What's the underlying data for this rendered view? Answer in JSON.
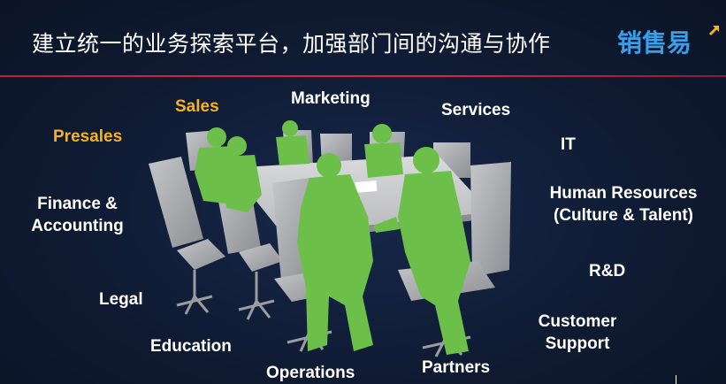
{
  "slide": {
    "title": "建立统一的业务探索平台，加强部门间的沟通与协作",
    "logo": "销售易"
  },
  "labels": {
    "sales": "Sales",
    "marketing": "Marketing",
    "services": "Services",
    "presales": "Presales",
    "it": "IT",
    "finance_line1": "Finance &",
    "finance_line2": "Accounting",
    "hr_line1": "Human Resources",
    "hr_line2": "(Culture & Talent)",
    "rd": "R&D",
    "legal": "Legal",
    "customer_support_line1": "Customer",
    "customer_support_line2": "Support",
    "education": "Education",
    "partners": "Partners",
    "operations": "Operations"
  },
  "colors": {
    "background": "#101c33",
    "highlight": "#f5b324",
    "text": "#ffffff",
    "accent_line": "#d8283f",
    "logo": "#3a9ee8",
    "figure_green": "#6cc04a",
    "chair_gray": "#a7a9ad"
  }
}
